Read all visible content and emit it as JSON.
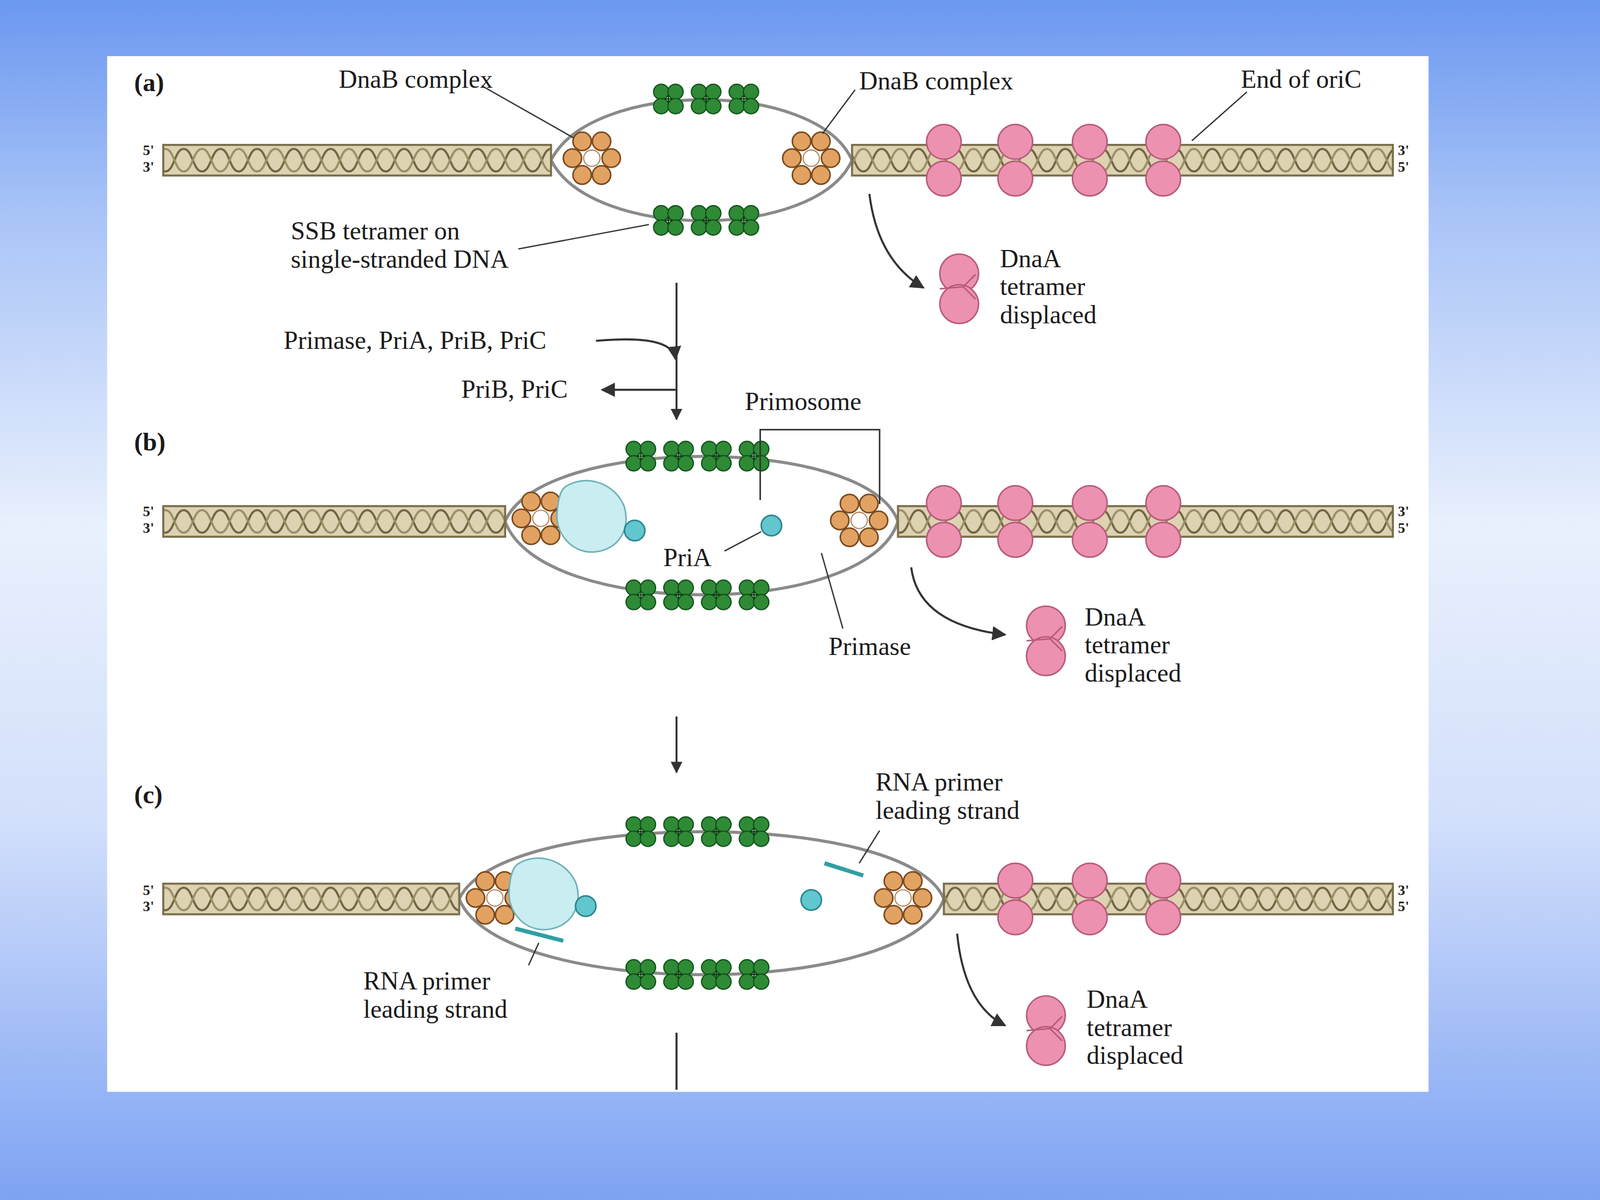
{
  "diagram": {
    "nodes": [
      {
        "text": [
          "(a)"
        ]
      },
      {
        "text": [
          "(b)"
        ]
      },
      {
        "text": [
          "(c)"
        ]
      }
    ],
    "edges": [
      {
        "from": 0,
        "to": 1,
        "arrow": "to"
      },
      {
        "from": 1,
        "to": 2,
        "arrow": "to"
      }
    ],
    "labels": [
      "DnaB complex",
      "DnaB complex",
      "End of oriC",
      "5'",
      "3'",
      "3'",
      "5'",
      "SSB tetramer on single-stranded DNA",
      "DnaA tetramer displaced",
      "Primase, PriA, PriB, PriC",
      "PriB, PriC",
      "Primosome",
      "5'",
      "3'",
      "3'",
      "5'",
      "PriA",
      "Primase",
      "DnaA tetramer displaced",
      "RNA primer leading strand",
      "5'",
      "3'",
      "3'",
      "5'",
      "RNA primer leading strand",
      "DnaA tetramer displaced"
    ]
  }
}
